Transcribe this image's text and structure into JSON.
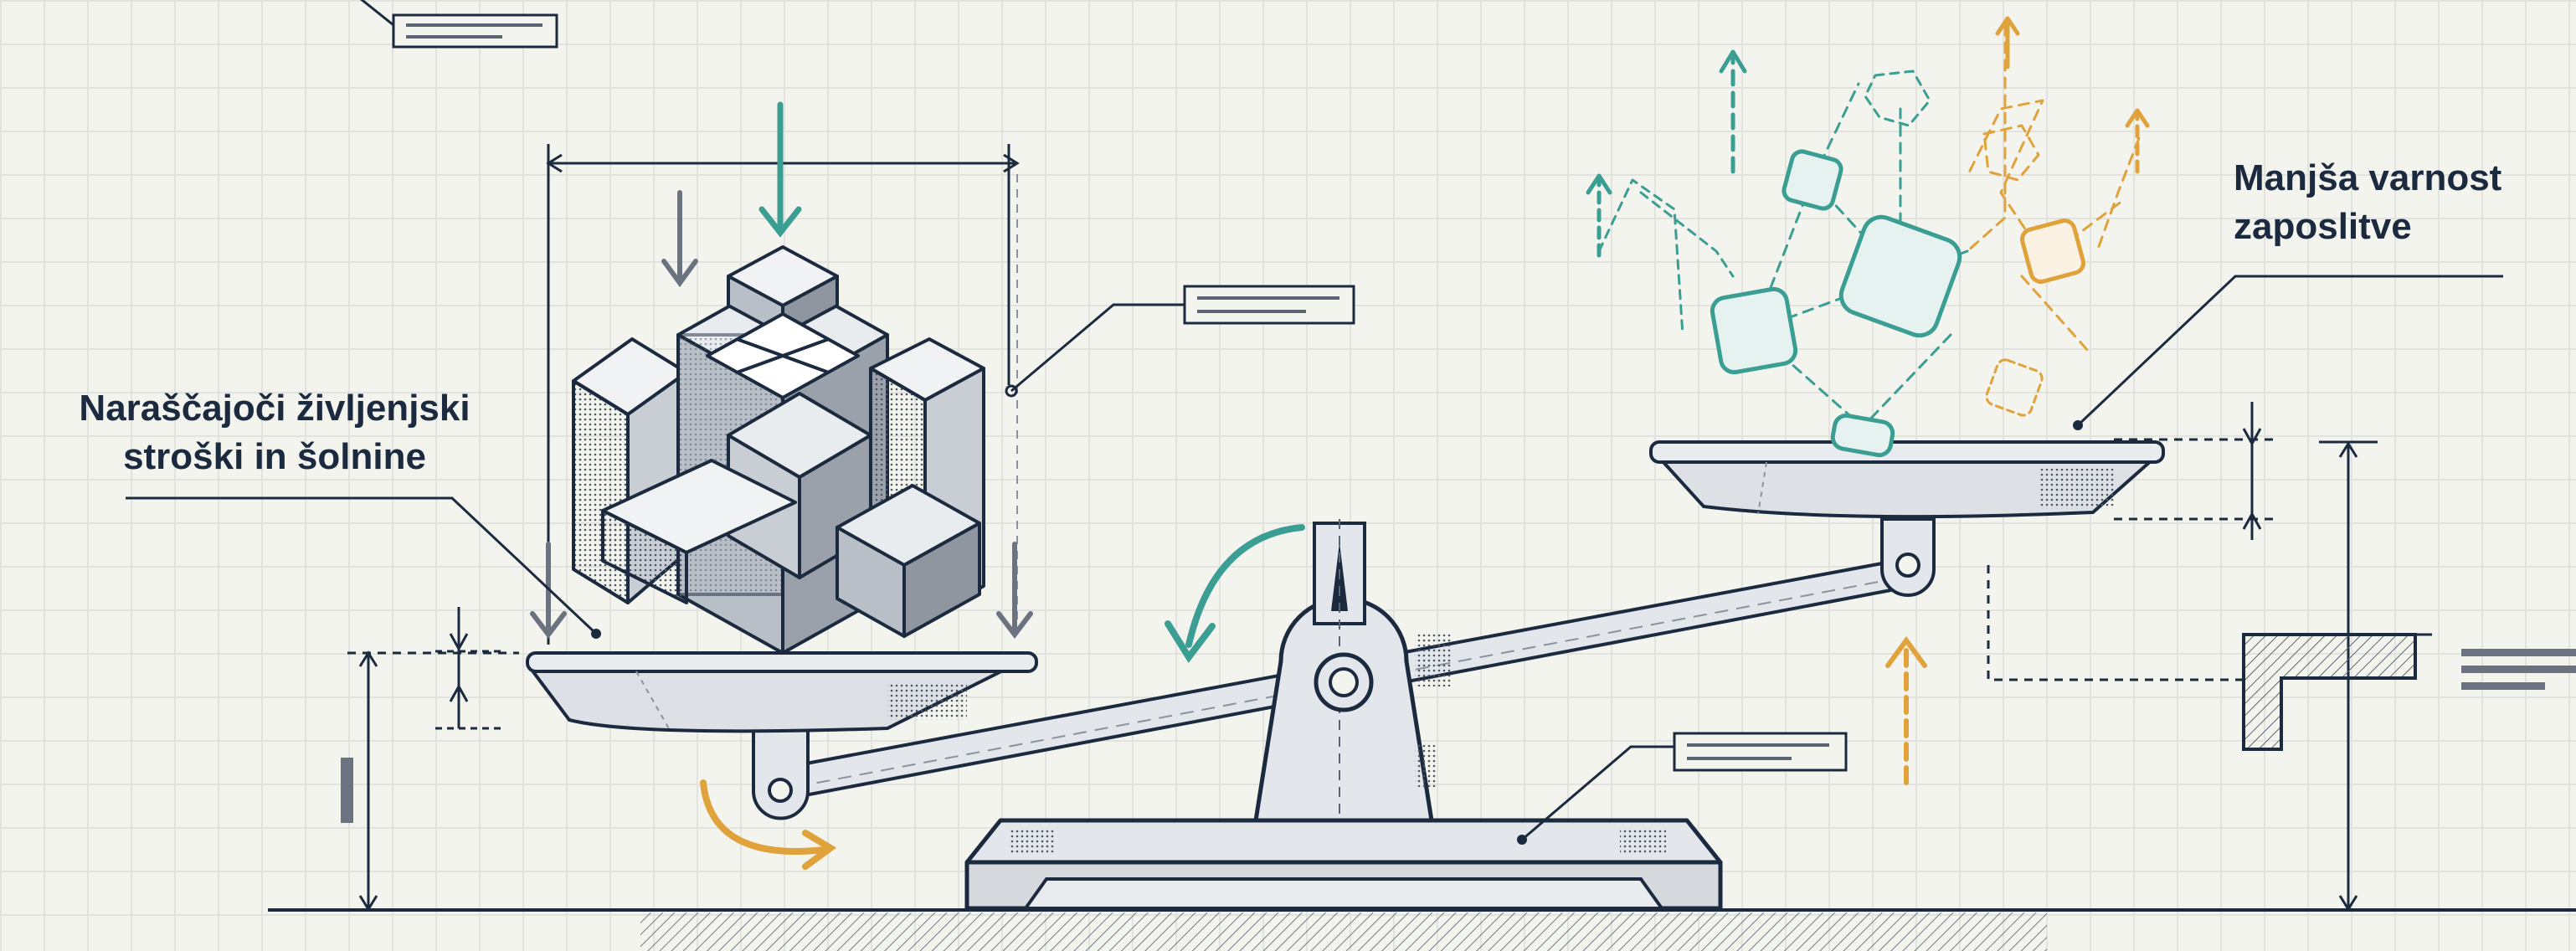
{
  "labels": {
    "left": [
      "Naraščajoči življenjski",
      "stroški in šolnine"
    ],
    "right": [
      "Manjša varnost",
      "zaposlitve"
    ]
  },
  "colors": {
    "ink": "#1b2a3f",
    "ink_soft": "#5a6472",
    "paper": "#f4f4ee",
    "metal": "#dfe2e6",
    "teal": "#3a9e93",
    "orange": "#e0a23a",
    "grey_arrow": "#6c7380"
  },
  "icons": {
    "left_pan_load": "interlocking-cube-puzzle-icon",
    "right_pan_load": "floating-cubes-network-icon",
    "pivot_motion": "curved-rotation-arrow-icon"
  }
}
